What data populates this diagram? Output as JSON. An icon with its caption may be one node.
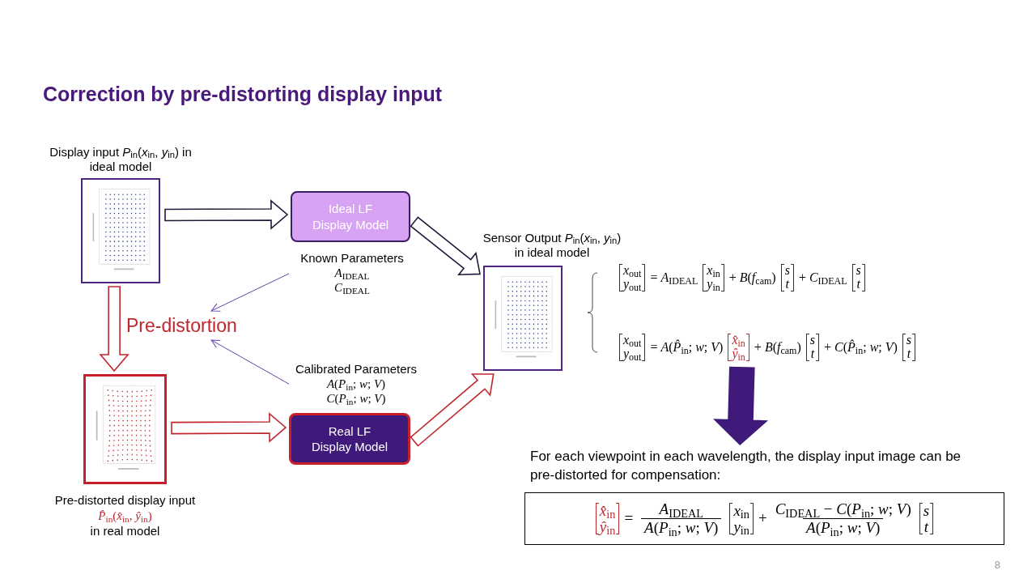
{
  "diagram": {
    "title": "Correction by pre-distorting display input",
    "nodes": [
      {
        "text": [
          "Display input *P*$_{in}$(*x*$_{in}$, *y*$_{in}$) in ideal model"
        ]
      },
      {
        "text": [
          "Ideal LF Display Model"
        ]
      },
      {
        "text": [
          "Known Parameters",
          "*A*$_{IDEAL}$",
          "*C*$_{IDEAL}$"
        ]
      },
      {
        "text": [
          "Pre-distortion"
        ]
      },
      {
        "text": [
          "Pre-distorted display input",
          "*P̂*$_{in}$(*x̂*$_{in}$, *ŷ*$_{in}$)",
          "in real model"
        ]
      },
      {
        "text": [
          "Calibrated Parameters",
          "*A*(*P*$_{in}$; *w*; *V*)",
          "*C*(*P*$_{in}$; *w*; *V*)"
        ]
      },
      {
        "text": [
          "Real LF Display Model"
        ]
      },
      {
        "text": [
          "Sensor Output *P*$_{in}$(*x*$_{in}$, *y*$_{in}$) in ideal model"
        ]
      },
      {
        "text": [
          "*x*$_{out}$",
          "*y*$_{out}$",
          "= *A*$_{IDEAL}$",
          "*x*$_{in}$",
          "*y*$_{in}$",
          "+ *B*(*f*$_{cam}$)",
          "*s*",
          "*t*",
          "+ *C*$_{IDEAL}$",
          "*s*",
          "*t*",
          "*x*$_{out}$",
          "*y*$_{out}$",
          "= *A*(*P̂*$_{in}$; *w*; *V*)",
          "*x̂*$_{in}$",
          "*ŷ*$_{in}$",
          "+ *B*(*f*$_{cam}$)",
          "*s*",
          "*t*",
          "+ *C*(*P̂*$_{in}$; *w*; *V*)",
          "*s*",
          "*t*"
        ]
      },
      {
        "text": [
          "For each viewpoint in each wavelength, the display input image can be pre-distorted for compensation:"
        ]
      },
      {
        "text": [
          "*x̂*$_{in}$",
          "*ŷ*$_{in}$",
          "=",
          "*A*$_{IDEAL}$",
          "*A*(*P*$_{in}$; *w*; *V*)",
          "*x*$_{in}$",
          "*y*$_{in}$",
          "+",
          "*C*$_{IDEAL}$ − *C*(*P*$_{in}$; *w*; *V*)",
          "*A*(*P*$_{in}$; *w*; *V*)",
          "*s*",
          "*t*"
        ]
      }
    ],
    "edges": [
      {
        "from": 0,
        "to": 1,
        "arrow": "to",
        "style": "thick",
        "color": "#1f1a3a"
      },
      {
        "from": 1,
        "to": 7,
        "arrow": "to",
        "style": "thick",
        "color": "#1f1a3a"
      },
      {
        "from": 0,
        "to": 4,
        "arrow": "to",
        "style": "thick",
        "color": "#c0272d"
      },
      {
        "from": 2,
        "to": 3,
        "arrow": "to",
        "color": "#6a3fb0"
      },
      {
        "from": 5,
        "to": 3,
        "arrow": "to",
        "color": "#6a3fb0"
      },
      {
        "from": 4,
        "to": 6,
        "arrow": "to",
        "style": "thick",
        "color": "#c0272d"
      },
      {
        "from": 6,
        "to": 7,
        "arrow": "to",
        "style": "thick",
        "color": "#c0272d"
      },
      {
        "from": 8,
        "to": 9,
        "arrow": "to",
        "style": "thick",
        "color": "#3f1a7a"
      }
    ],
    "labels": [
      "8"
    ]
  }
}
